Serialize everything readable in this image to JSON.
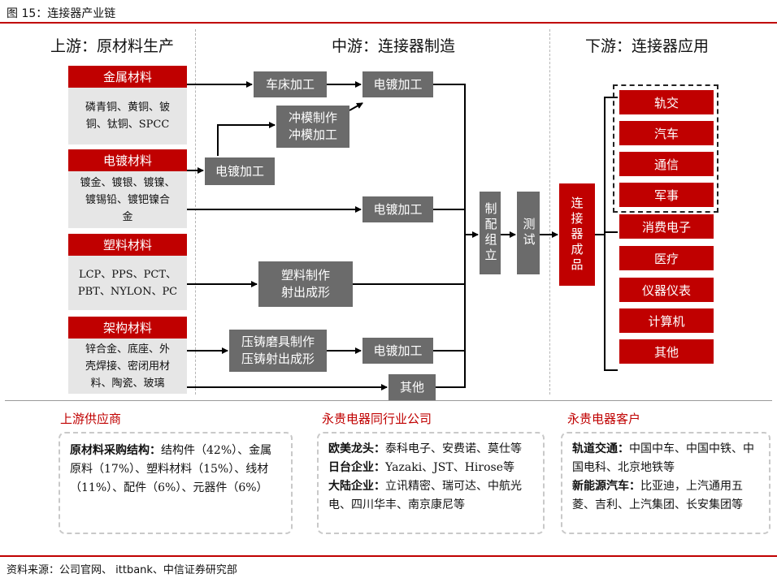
{
  "figure_title": "图 15：连接器产业链",
  "headers": {
    "upstream": "上游：原材料生产",
    "midstream": "中游：连接器制造",
    "downstream": "下游：连接器应用"
  },
  "materials": [
    {
      "title": "金属材料",
      "items": [
        "磷青铜、黄铜、铍",
        "铜、钛铜、SPCC"
      ]
    },
    {
      "title": "电镀材料",
      "items": [
        "镀金、镀银、镀镍、",
        "镀锡铅、镀钯镍合",
        "金"
      ]
    },
    {
      "title": "塑料材料",
      "items": [
        "LCP、PPS、PCT、",
        "PBT、NYLON、PC"
      ]
    },
    {
      "title": "架构材料",
      "items": [
        "锌合金、底座、外",
        "壳焊接、密闭用材",
        "料、陶瓷、玻璃"
      ]
    }
  ],
  "process": {
    "lathe": "车床加工",
    "plating_top": "电镀加工",
    "stamping": [
      "冲模制作",
      "冲模加工"
    ],
    "plating_left": "电镀加工",
    "plating_mid": "电镀加工",
    "plastic": [
      "塑料制作",
      "射出成形"
    ],
    "diecast": [
      "压铸磨具制作",
      "压铸射出成形"
    ],
    "plating_low": "电镀加工",
    "other": "其他",
    "assembly": "制配组立",
    "test": "测试",
    "product": "连接器成品"
  },
  "applications": [
    "轨交",
    "汽车",
    "通信",
    "军事",
    "消费电子",
    "医疗",
    "仪器仪表",
    "计算机",
    "其他"
  ],
  "sections": {
    "upstream_label": "上游供应商",
    "peers_label": "永贵电器同行业公司",
    "customers_label": "永贵电器客户"
  },
  "upstream_box": {
    "key": "原材料采购结构：",
    "text": "结构件（42%）、金属原料（17%）、塑料材料（15%）、线材（11%）、配件（6%）、元器件（6%）"
  },
  "peers": [
    {
      "key": "欧美龙头：",
      "text": "泰科电子、安费诺、莫仕等"
    },
    {
      "key": "日台企业：",
      "text": "Yazaki、JST、Hirose等"
    },
    {
      "key": "大陆企业：",
      "text": "立讯精密、瑞可达、中航光电、四川华丰、南京康尼等"
    }
  ],
  "customers": [
    {
      "key": "轨道交通：",
      "text": "中国中车、中国中铁、中国电科、北京地铁等"
    },
    {
      "key": "新能源汽车：",
      "text": "比亚迪，上汽通用五菱、吉利、上汽集团、长安集团等"
    }
  ],
  "source": "资料来源：公司官网、 ittbank、中信证券研究部"
}
